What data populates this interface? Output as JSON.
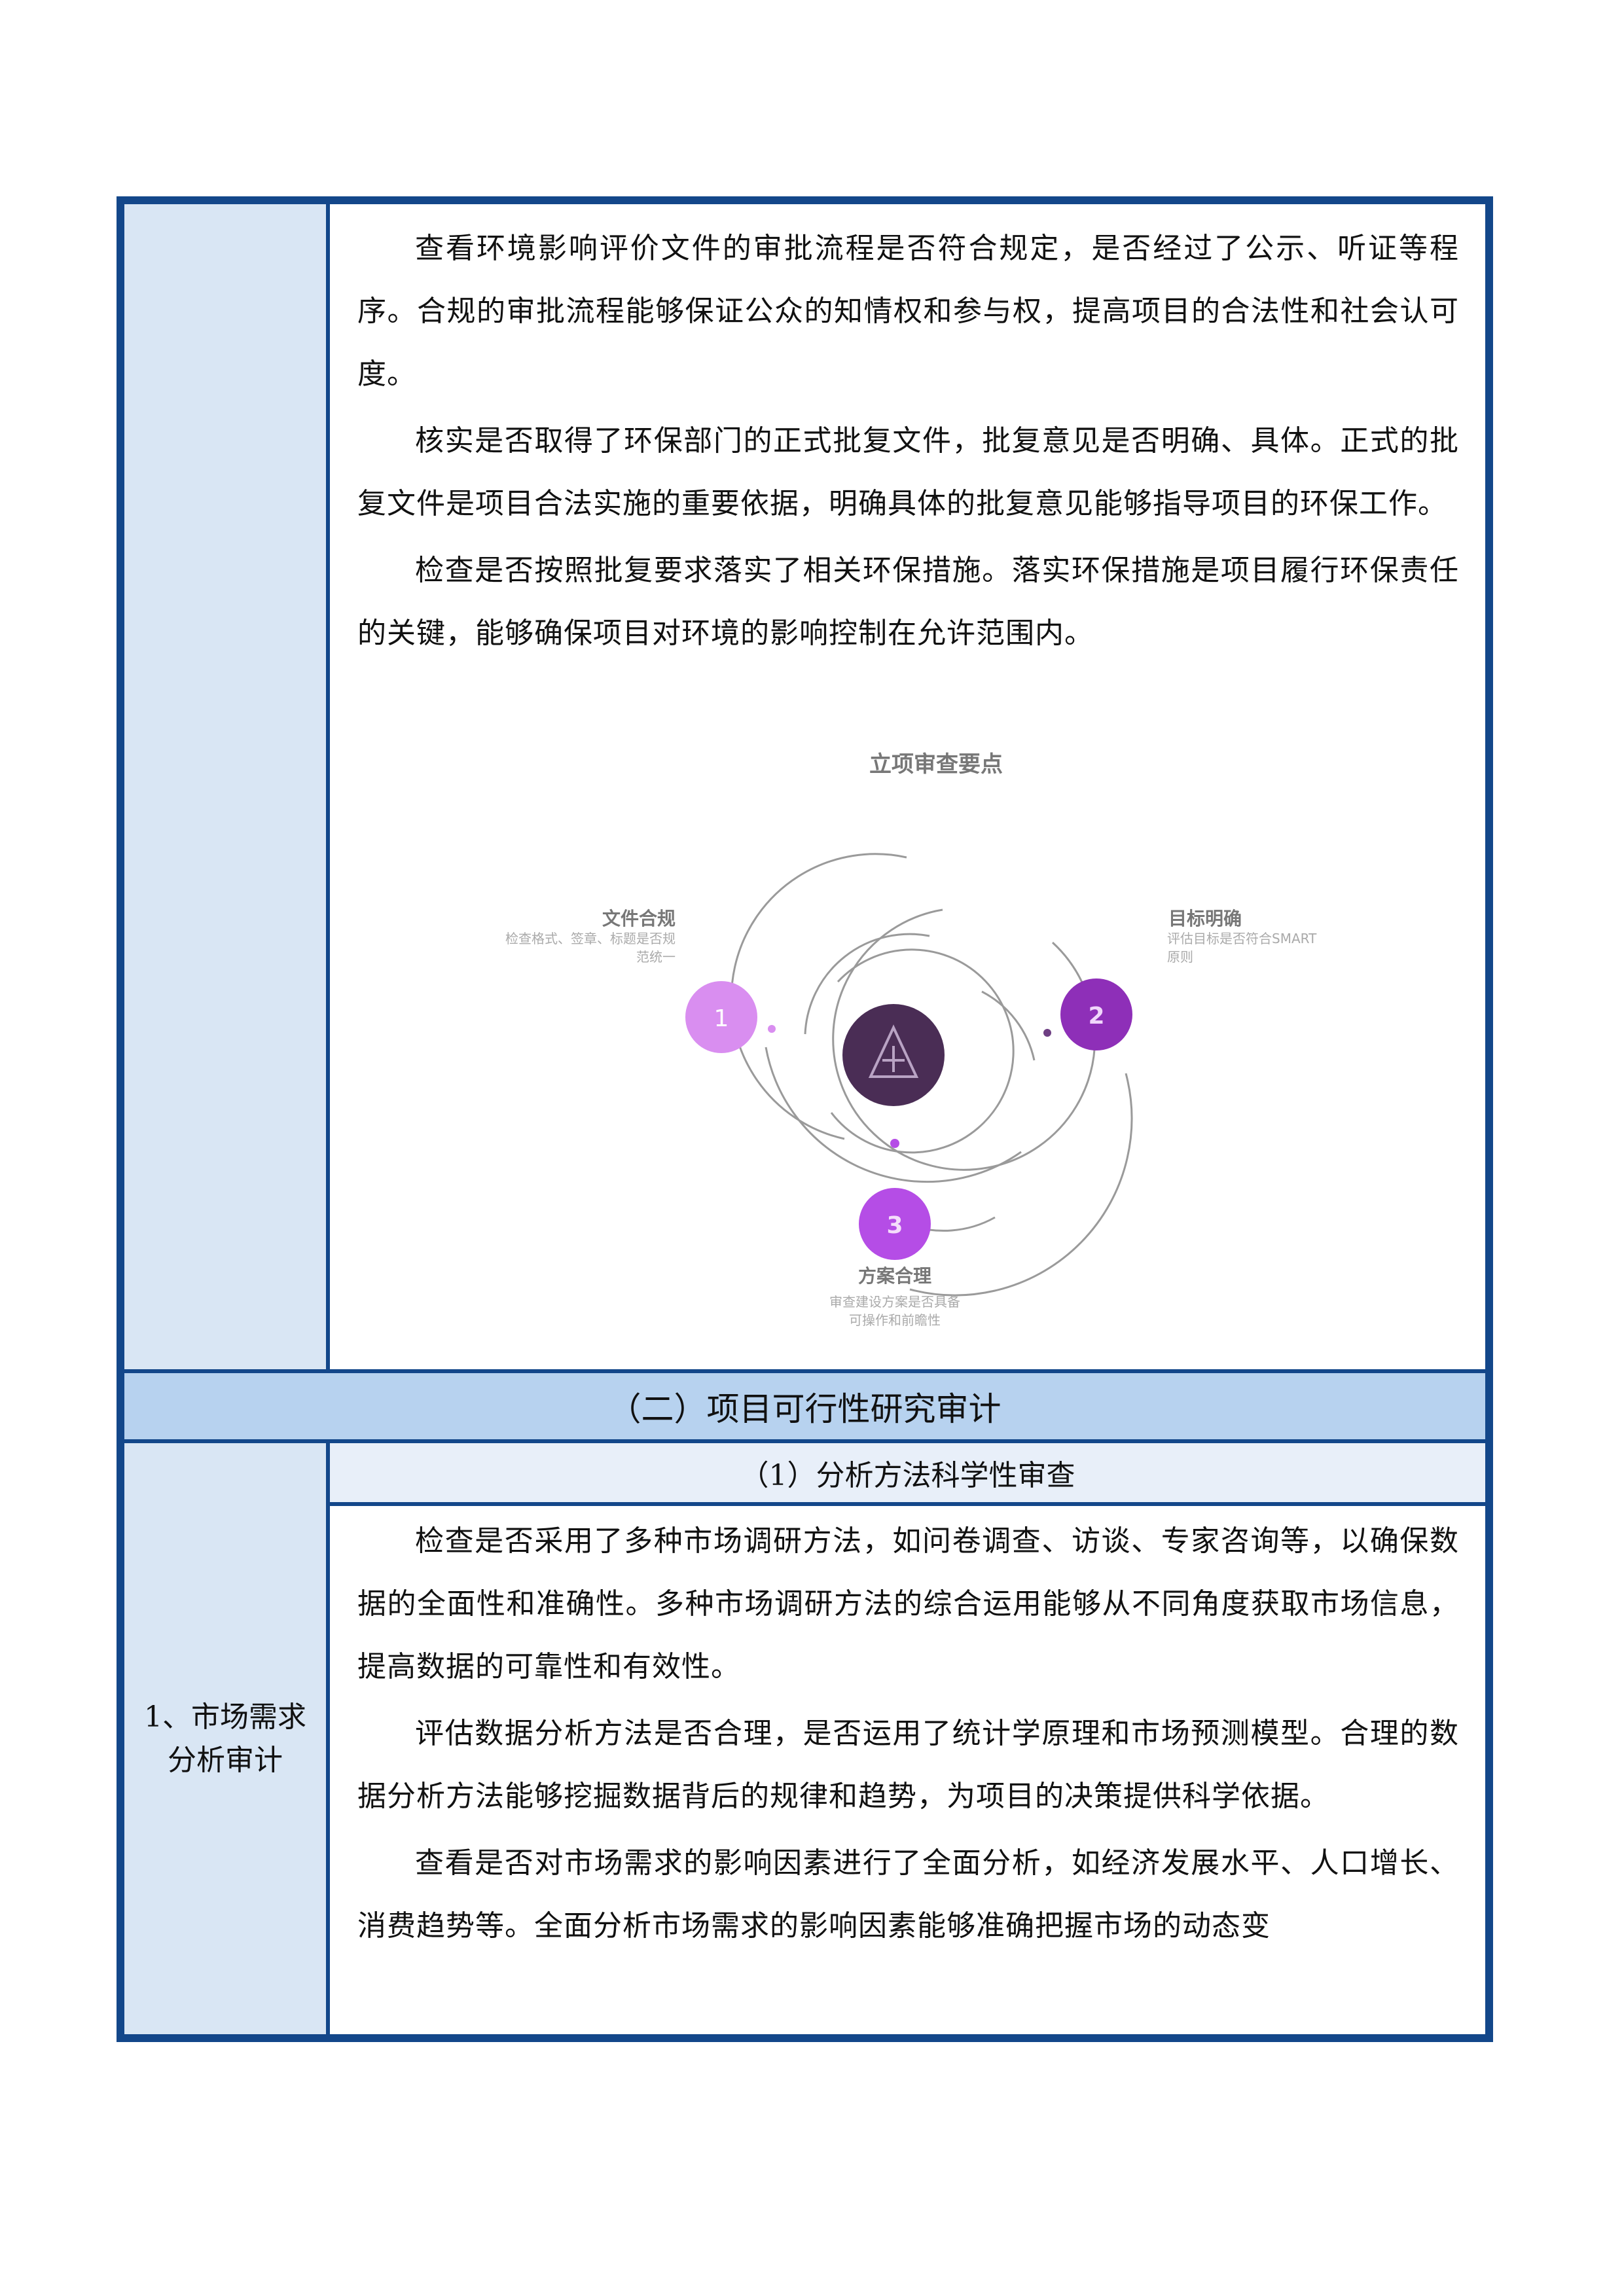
{
  "section_1_continued": {
    "paragraphs": [
      "查看环境影响评价文件的审批流程是否符合规定，是否经过了公示、听证等程序。合规的审批流程能够保证公众的知情权和参与权，提高项目的合法性和社会认可度。",
      "核实是否取得了环保部门的正式批复文件，批复意见是否明确、具体。正式的批复文件是项目合法实施的重要依据，明确具体的批复意见能够指导项目的环保工作。",
      "检查是否按照批复要求落实了相关环保措施。落实环保措施是项目履行环保责任的关键，能够确保项目对环境的影响控制在允许范围内。"
    ],
    "diagram": {
      "title": "立项审查要点",
      "center_icon": "warning-triangle-icon",
      "nodes": [
        {
          "number": "1",
          "title": "文件合规",
          "desc": "检查格式、签章、标题是否规范统一",
          "color": "#d98ef0"
        },
        {
          "number": "2",
          "title": "目标明确",
          "desc": "评估目标是否符合SMART原则",
          "color": "#8e2fb8"
        },
        {
          "number": "3",
          "title": "方案合理",
          "desc": "审查建设方案是否具备可操作和前瞻性",
          "color": "#b54de6"
        }
      ]
    }
  },
  "section_2": {
    "header": "（二）项目可行性研究审计",
    "row_label": "1、市场需求分析审计",
    "subheading": "（1）分析方法科学性审查",
    "paragraphs": [
      "检查是否采用了多种市场调研方法，如问卷调查、访谈、专家咨询等，以确保数据的全面性和准确性。多种市场调研方法的综合运用能够从不同角度获取市场信息，提高数据的可靠性和有效性。",
      "评估数据分析方法是否合理，是否运用了统计学原理和市场预测模型。合理的数据分析方法能够挖掘数据背后的规律和趋势，为项目的决策提供科学依据。",
      "查看是否对市场需求的影响因素进行了全面分析，如经济发展水平、人口增长、消费趋势等。全面分析市场需求的影响因素能够准确把握市场的动态变"
    ]
  },
  "colors": {
    "border": "#13478a",
    "left_column": "#d9e6f4",
    "section_header": "#b7d2ef",
    "subheading": "#e8eff9",
    "center_circle": "#4a2d55"
  }
}
